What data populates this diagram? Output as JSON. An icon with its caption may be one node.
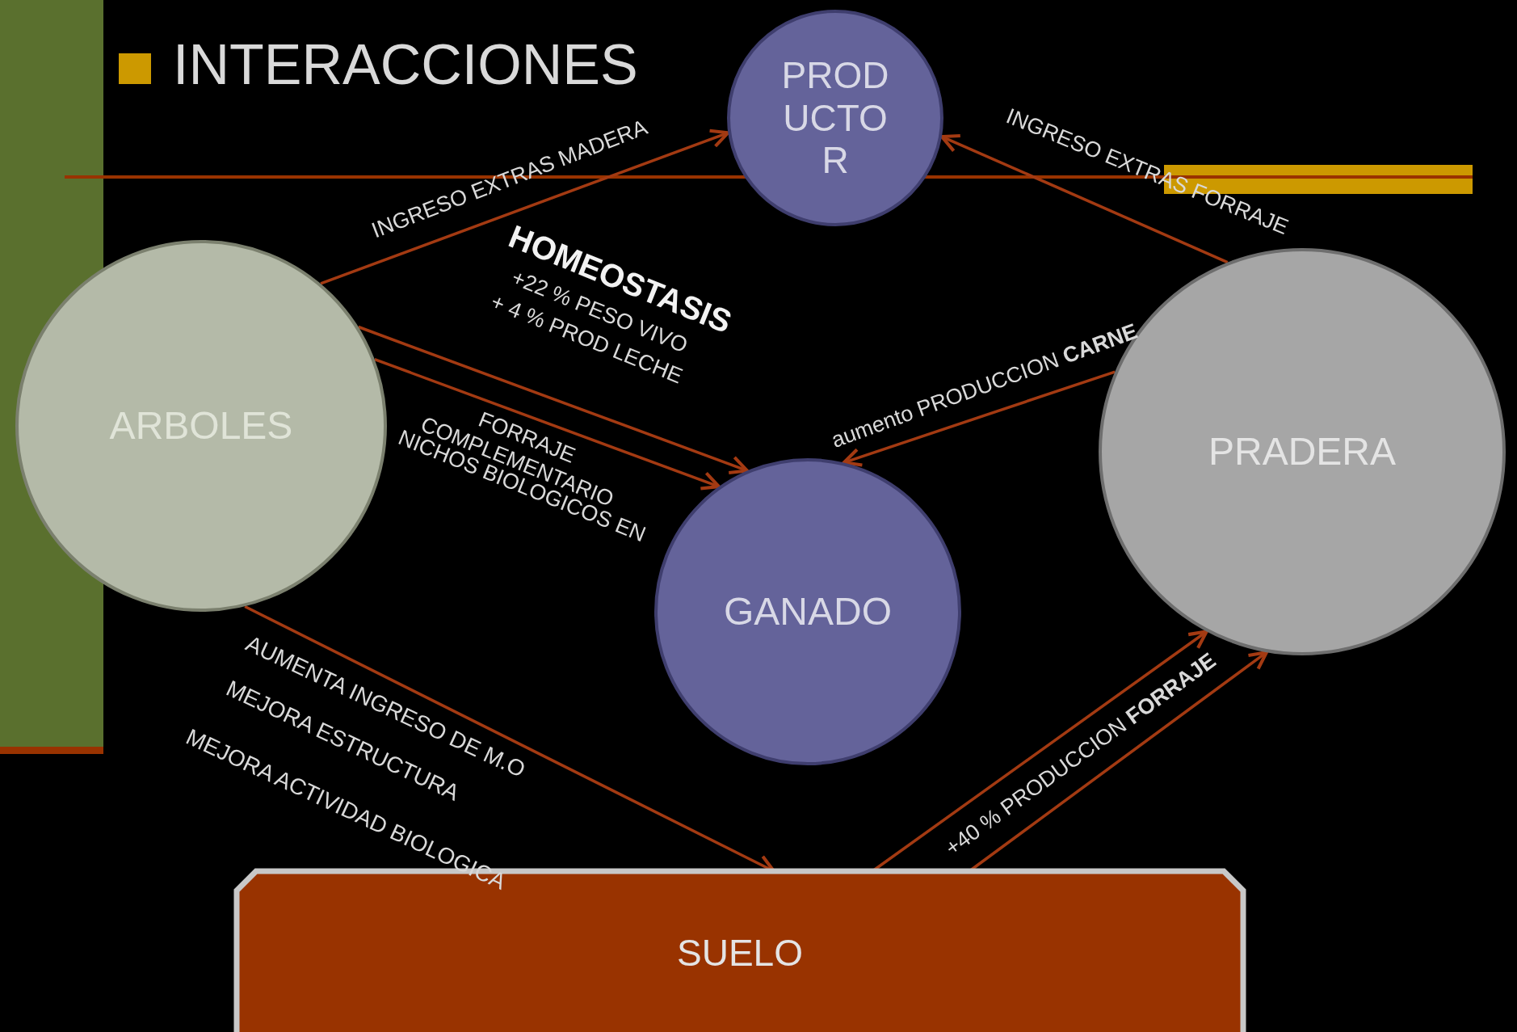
{
  "diagram": {
    "title": "INTERACCIONES",
    "nodes": [
      {
        "text": [
          "PRODUCTOR"
        ]
      },
      {
        "text": [
          "ARBOLES"
        ]
      },
      {
        "text": [
          "PRADERA"
        ]
      },
      {
        "text": [
          "GANADO"
        ]
      },
      {
        "text": [
          "SUELO"
        ]
      }
    ],
    "edges": [
      {
        "from": 1,
        "to": 0,
        "arrow": "to",
        "label": "INGRESO EXTRAS MADERA"
      },
      {
        "from": 2,
        "to": 0,
        "arrow": "to",
        "label": "INGRESO EXTRAS FORRAJE"
      },
      {
        "from": 1,
        "to": 3,
        "arrow": "to"
      },
      {
        "from": 1,
        "to": 3,
        "arrow": "to"
      },
      {
        "from": 2,
        "to": 3,
        "arrow": "to",
        "label": "aumento PRODUCCION **CARNE**"
      },
      {
        "from": 1,
        "to": 4,
        "arrow": "to"
      },
      {
        "from": 4,
        "to": 2,
        "arrow": "to",
        "label": "+40 % PRODUCCION **FORRAJE**"
      },
      {
        "from": 4,
        "to": 2,
        "arrow": "to"
      }
    ],
    "labels": [
      "HOMEOSTASIS",
      "+22 % PESO VIVO",
      "+ 4 % PROD LECHE",
      "FORRAJE",
      "COMPLEMENTARIO",
      "NICHOS BIOLOGICOS EN",
      "AUMENTA INGRESO DE M.O",
      "MEJORA ESTRUCTURA",
      "MEJORA ACTIVIDAD BIOLOGICA"
    ]
  }
}
